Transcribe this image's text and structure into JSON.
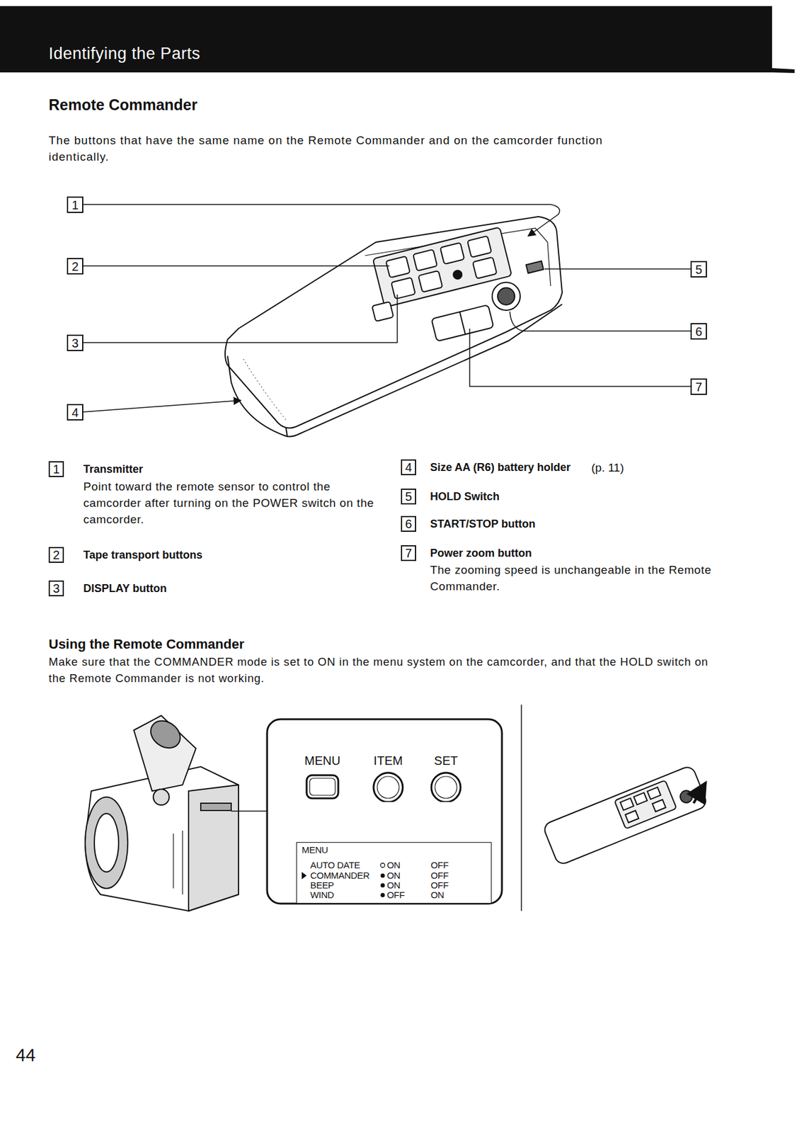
{
  "diagram": {
    "title": "Identifying the Parts",
    "nodes": [
      {
        "text": [
          "1"
        ]
      },
      {
        "text": [
          "2"
        ]
      },
      {
        "text": [
          "3"
        ]
      },
      {
        "text": [
          "4"
        ]
      },
      {
        "text": [
          "5"
        ]
      },
      {
        "text": [
          "6"
        ]
      },
      {
        "text": [
          "7"
        ]
      },
      {
        "text": [
          "1"
        ]
      },
      {
        "text": [
          "2"
        ]
      },
      {
        "text": [
          "3"
        ]
      },
      {
        "text": [
          "4"
        ]
      },
      {
        "text": [
          "5"
        ]
      },
      {
        "text": [
          "6"
        ]
      },
      {
        "text": [
          "7"
        ]
      },
      {
        "text": [
          "MENU"
        ]
      },
      {
        "text": [
          "ITEM"
        ]
      },
      {
        "text": [
          "SET"
        ]
      },
      {
        "text": [
          "MENU",
          "AUTO DATE",
          "ON",
          "OFF",
          "COMMANDER",
          "ON",
          "OFF",
          "BEEP",
          "ON",
          "OFF",
          "WIND",
          "OFF",
          "ON"
        ]
      }
    ],
    "labels": [
      "Remote Commander",
      "The buttons that have the same name on the Remote Commander and on the camcorder function identically.",
      "Transmitter",
      "Point toward the remote sensor to control the camcorder after turning on the POWER switch on the camcorder.",
      "Tape transport buttons",
      "DISPLAY button",
      "Size AA (R6) battery holder",
      "(p. 11)",
      "HOLD Switch",
      "START/STOP button",
      "Power zoom button",
      "The zooming speed is unchangeable in the Remote Commander.",
      "Using the Remote Commander",
      "Make sure that the COMMANDER mode is set to ON in the menu system on the camcorder, and that the HOLD switch on the Remote Commander is not working.",
      "44"
    ]
  }
}
